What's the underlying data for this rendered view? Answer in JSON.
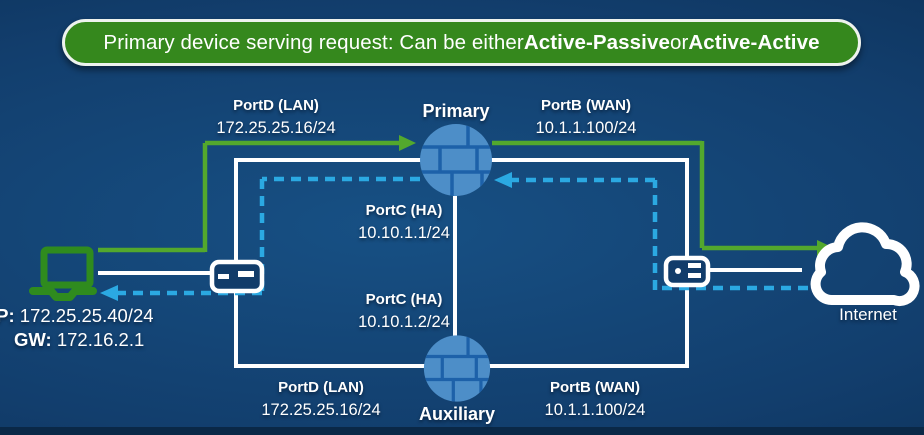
{
  "banner": {
    "prefix": "Primary device serving request: Can be either ",
    "emphasis_1": "Active-Passive",
    "connector": " or ",
    "emphasis_2": "Active-Active"
  },
  "nodes": {
    "primary_firewall": {
      "label": "Primary"
    },
    "auxiliary_firewall": {
      "label": "Auxiliary"
    },
    "internet": {
      "label": "Internet"
    },
    "client": {
      "ip_label": "IP:",
      "ip_value": " 172.25.25.40/24",
      "gw_label": "GW:",
      "gw_value": " 172.16.2.1"
    }
  },
  "ports": {
    "primary_lan": {
      "name": "PortD (LAN)",
      "address": "172.25.25.16/24"
    },
    "primary_wan": {
      "name": "PortB (WAN)",
      "address": "10.1.1.100/24"
    },
    "primary_ha": {
      "name": "PortC (HA)",
      "address": "10.10.1.1/24"
    },
    "auxiliary_ha": {
      "name": "PortC (HA)",
      "address": "10.10.1.2/24"
    },
    "auxiliary_lan": {
      "name": "PortD (LAN)",
      "address": "172.25.25.16/24"
    },
    "auxiliary_wan": {
      "name": "PortB (WAN)",
      "address": "10.1.1.100/24"
    }
  },
  "colors": {
    "request_path_green": "#53a82d",
    "return_path_blue": "#2ba9e2",
    "topology_white": "#ffffff",
    "banner_green": "#35881d",
    "device_icon_green": "#2f8b1e",
    "firewall_brick_light": "#4d8ec8",
    "firewall_grout_dark": "#1d61a9",
    "background_center": "#175084",
    "background_edge": "#0a2a4e"
  }
}
